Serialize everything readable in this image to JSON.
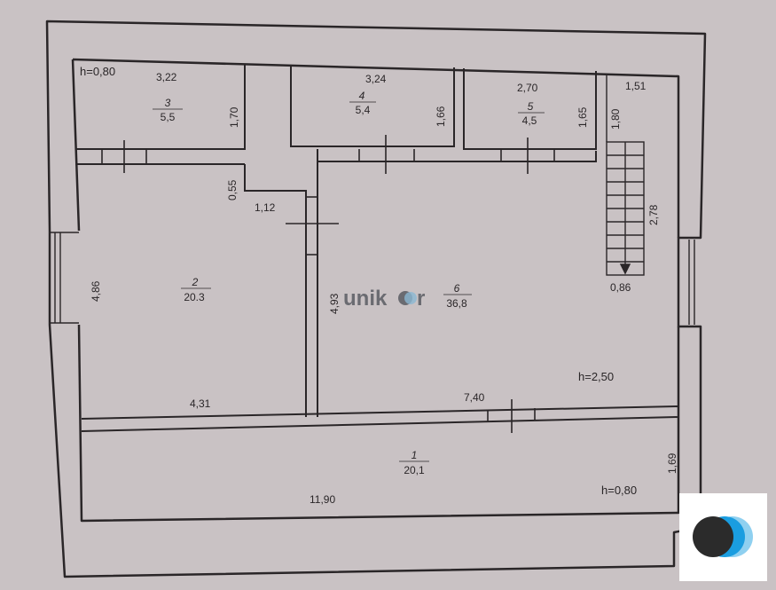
{
  "heights": {
    "top_left": "h=0,80",
    "main": "h=2,50",
    "bottom": "h=0,80"
  },
  "rooms": [
    {
      "number": "1",
      "area": "20,1"
    },
    {
      "number": "2",
      "area": "20.3"
    },
    {
      "number": "3",
      "area": "5,5"
    },
    {
      "number": "4",
      "area": "5,4"
    },
    {
      "number": "5",
      "area": "4,5"
    },
    {
      "number": "6",
      "area": "36,8"
    }
  ],
  "dimensions": {
    "room3_width": "3,22",
    "room3_height": "1,70",
    "room4_width": "3,24",
    "room4_height": "1,66",
    "room5_width": "2,70",
    "room5_height": "1,65",
    "stair_width": "1,51",
    "stair_depth": "1,80",
    "stair_length": "2,78",
    "stair_landing": "0,86",
    "step_height": "0,55",
    "step_width": "1,12",
    "room2_height": "4,86",
    "room2_width": "4,31",
    "room6_height": "4,93",
    "room6_width": "7,40",
    "room1_width": "11,90",
    "room1_height": "1,69"
  },
  "watermark": {
    "brand_prefix": "unik",
    "brand_suffix": "r"
  },
  "colors": {
    "paper": "#c9c2c4",
    "wall": "#2a2628",
    "logo_dark": "#2b2b2b",
    "logo_blue": "#1a9de0",
    "logo_light_blue": "#8fd0f0"
  }
}
